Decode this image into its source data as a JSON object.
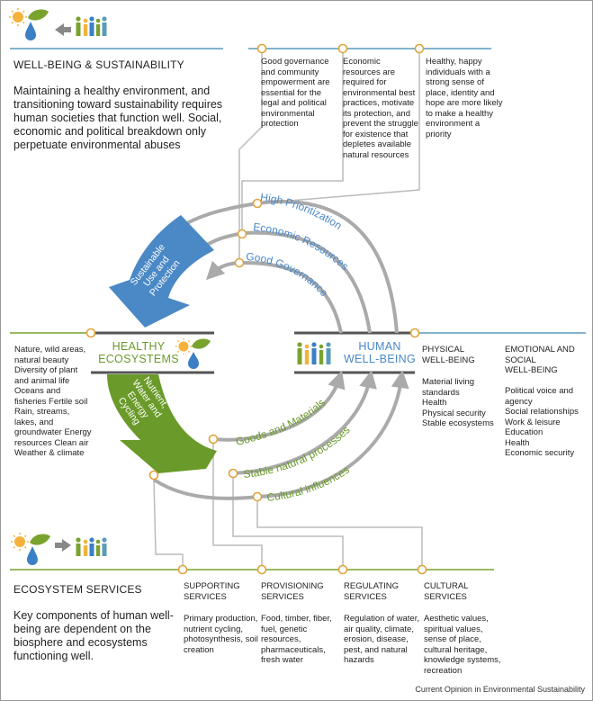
{
  "colors": {
    "teal_rule": "#5a9cb8",
    "green_rule": "#7aa32e",
    "blue_arrow": "#4a88c6",
    "green_arrow": "#6a9a2a",
    "gray_arrow": "#aaaaaa",
    "node_orange": "#e0a33a"
  },
  "wellbeing": {
    "title": "WELL-BEING & SUSTAINABILITY",
    "description": "Maintaining a healthy environment, and transitioning toward sustainability requires human societies that function well. Social, economic and political breakdown only perpetuate environmental abuses",
    "notes": [
      "Good governance and community empowerment are essential for the legal and political environmental protection",
      "Economic resources are required for environmental best practices, motivate its protection, and prevent the struggle for existence that depletes available natural resources",
      "Healthy, happy individuals with a strong sense of place, identity and hope are more likely to make a healthy environment a priority"
    ]
  },
  "cycle": {
    "top_labels": [
      "High Prioritization",
      "Economic Resources",
      "Good Governance"
    ],
    "bottom_labels": [
      "Goods and Materials",
      "Stable natural processes",
      "Cultural influences"
    ],
    "blue_arrow_label": "Sustainable\nUse and\nProtection",
    "green_arrow_label": "Nutrient,\nWater and\nEnergy\nCycling"
  },
  "ecosystems": {
    "title": "HEALTHY\nECOSYSTEMS",
    "list": "Nature, wild areas, natural beauty\nDiversity of plant and animal life\nOceans and fisheries\nFertile soil\nRain, streams, lakes, and groundwater\nEnergy resources\nClean air\nWeather & climate"
  },
  "human": {
    "title": "HUMAN\nWELL-BEING",
    "physical_title": "PHYSICAL\nWELL-BEING",
    "physical_list": "Material living standards\nHealth\nPhysical security\nStable ecosystems",
    "emotional_title": "EMOTIONAL AND\nSOCIAL\nWELL-BEING",
    "emotional_list": "Political voice and agency\nSocial relationships\nWork & leisure\nEducation\nHealth\nEconomic security"
  },
  "services": {
    "title": "ECOSYSTEM SERVICES",
    "description": "Key components of human well-being are dependent on the biosphere and ecosystems functioning well.",
    "columns": [
      {
        "title": "SUPPORTING\nSERVICES",
        "text": "Primary production, nutrient cycling, photosynthesis, soil creation"
      },
      {
        "title": "PROVISIONING\nSERVICES",
        "text": "Food, timber, fiber, fuel, genetic resources, pharmaceuticals, fresh water"
      },
      {
        "title": "REGULATING\nSERVICES",
        "text": "Regulation of water, air quality, climate, erosion, disease, pest, and natural hazards"
      },
      {
        "title": "CULTURAL\nSERVICES",
        "text": "Aesthetic values, spiritual values, sense of place, cultural heritage, knowledge systems, recreation"
      }
    ]
  },
  "credit": "Current Opinion in Environmental Sustainability",
  "icons": [
    "sun-icon",
    "leaf-icon",
    "water-drop-icon",
    "arrow-icon",
    "people-icon"
  ]
}
